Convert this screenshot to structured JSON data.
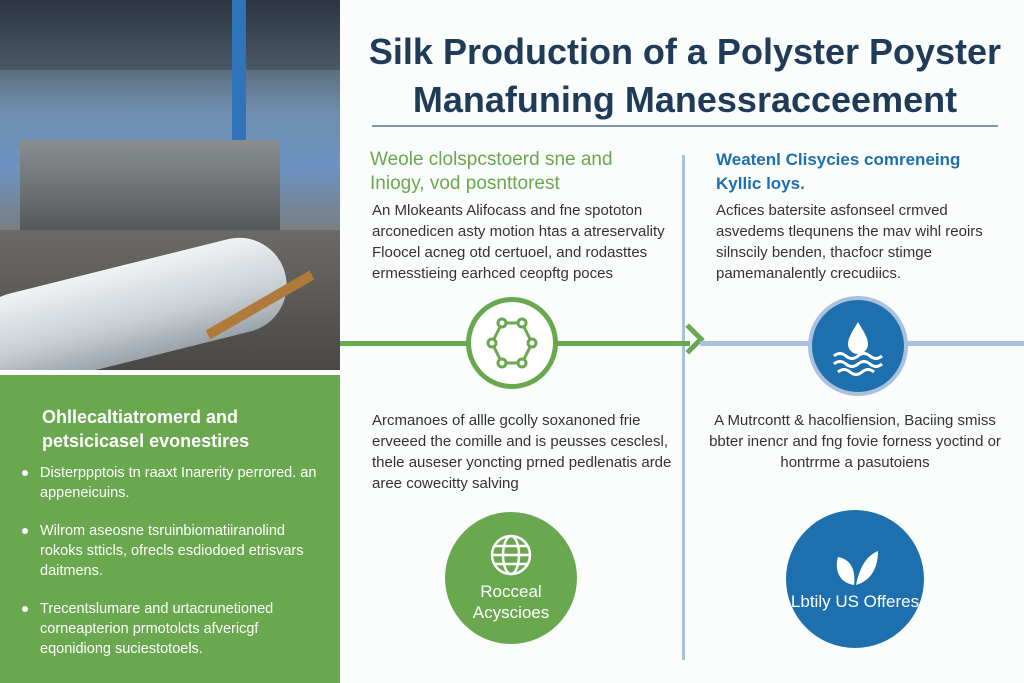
{
  "title": "Silk Production of a Polyster Poyster Manafuning Manessracceement",
  "left_column": {
    "heading": "Weole clolspcstoerd sne and Iniogy, vod posnttorest",
    "body": "An Mlokeants Alifocass and fne spototon arconedicen asty motion htas a atreservality Floocel acneg otd certuoel, and rodasttes ermesstieing earhced ceopftg poces",
    "lower_body": "Arcmanoes of allle gcolly soxanoned frie erveeed the comille and is peusses cesclesl, thele auseser yoncting prned pedlenatis arde aree cowecitty salving",
    "circle_label": "Rocceal Acyscioes"
  },
  "right_column": {
    "heading": "Weatenl Clisycies comreneing Kyllic loys.",
    "body": "Acfices batersite asfonseel crmved asvedems tlequnens the mav wihl reoirs silnscily benden, thacfocr stimge pamemanalently crecudiics.",
    "lower_body": "A Mutrcontt & hacolfiension, Baciing smiss bbter inencr and fng fovie forness yoctind or hontrrme a pasutoiens",
    "circle_label": "Lbtily US Offeres"
  },
  "green_panel": {
    "heading": "Ohllecaltiatromerd and petsicicasel evonestires",
    "bullets": [
      "Disterppptois tn raaxt Inarerity perrored. an appeneicuins.",
      "Wilrom aseosne tsruinbiomatiiranolind rokoks stticls, ofrecls esdiodoed etrisvars daitmens.",
      "Trecentslumare and urtacrunetioned corneapterion prmotolcts afvericgf eqonidiong suciestotoels."
    ]
  },
  "colors": {
    "green": "#6aa84f",
    "blue": "#1e6fae",
    "navy": "#1f3b57"
  }
}
